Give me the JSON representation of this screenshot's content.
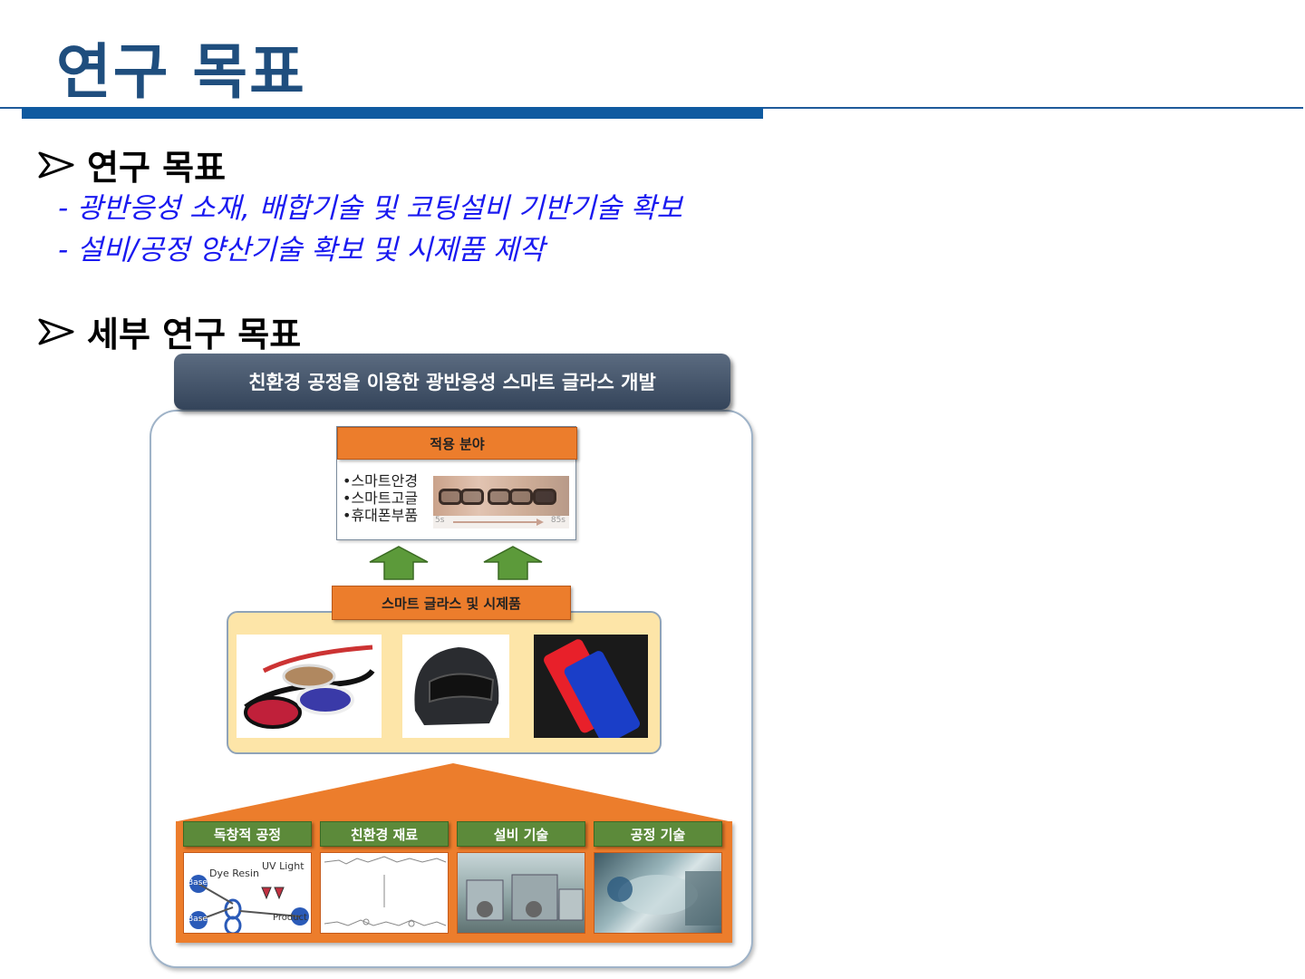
{
  "title": "연구 목표",
  "section1": {
    "heading": "연구 목표",
    "items": [
      "- 광반응성 소재, 배합기술 및 코팅설비 기반기술 확보",
      "- 설비/공정 양산기술 확보 및 시제품 제작"
    ]
  },
  "section2": {
    "heading": "세부 연구 목표"
  },
  "diagram": {
    "header": "친환경 공정을 이용한 광반응성 스마트 글라스 개발",
    "application": {
      "label": "적용 분야",
      "items": [
        "•스마트안경",
        "•스마트고글",
        "•휴대폰부품"
      ],
      "scale_start": "5s",
      "scale_end": "85s"
    },
    "products_label": "스마트 글라스 및 시제품",
    "technologies": [
      {
        "label": "독창적 공정"
      },
      {
        "label": "친환경 재료"
      },
      {
        "label": "설비 기술"
      },
      {
        "label": "공정 기술"
      }
    ],
    "process_texts": {
      "dye_resin": "Dye Resin",
      "uv_light": "UV Light",
      "base_top": "Base",
      "base_bottom": "Base",
      "product": "Product"
    }
  },
  "colors": {
    "title": "#1f4e7e",
    "rule": "#0f5aa0",
    "sub_text": "#1a1af0",
    "orange": "#ec7d2c",
    "green": "#5c8a3a",
    "header_bar": "#3a4a60",
    "product_panel": "#fde5a8"
  }
}
